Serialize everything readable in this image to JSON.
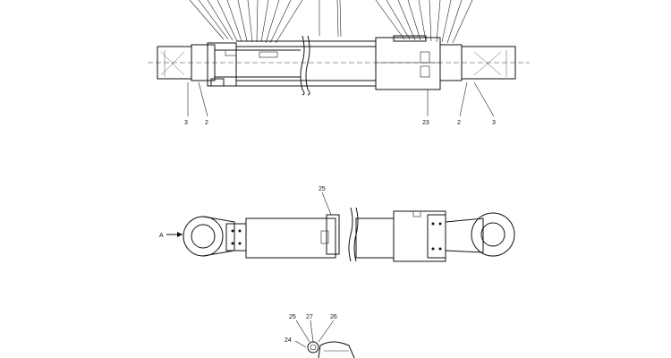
{
  "callouts": {
    "top_left_3": "3",
    "top_left_2": "2",
    "top_23": "23",
    "top_right_2": "2",
    "top_right_3": "3",
    "mid_25": "25",
    "mid_A": "A",
    "bot_25": "25",
    "bot_27": "27",
    "bot_26": "26",
    "bot_24": "24"
  }
}
